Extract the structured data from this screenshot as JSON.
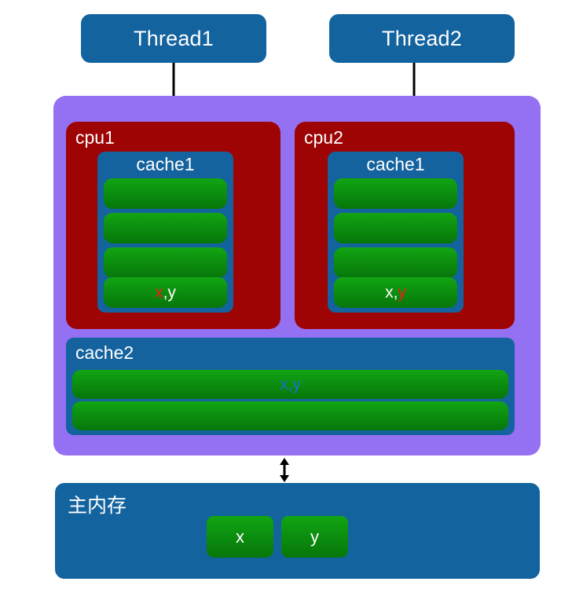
{
  "threads": [
    {
      "id": "thread1",
      "label": "Thread1"
    },
    {
      "id": "thread2",
      "label": "Thread2"
    }
  ],
  "cpus": [
    {
      "id": "cpu1",
      "label": "cpu1",
      "cache": {
        "title": "cache1",
        "lines": [
          {
            "tokens": []
          },
          {
            "tokens": []
          },
          {
            "tokens": []
          },
          {
            "tokens": [
              {
                "text": "x",
                "color": "#f21b1b"
              },
              {
                "text": ",",
                "color": "#ffffff"
              },
              {
                "text": "y",
                "color": "#ffffff"
              }
            ]
          }
        ]
      }
    },
    {
      "id": "cpu2",
      "label": "cpu2",
      "cache": {
        "title": "cache1",
        "lines": [
          {
            "tokens": []
          },
          {
            "tokens": []
          },
          {
            "tokens": []
          },
          {
            "tokens": [
              {
                "text": "x",
                "color": "#ffffff"
              },
              {
                "text": ",",
                "color": "#ffffff"
              },
              {
                "text": "y",
                "color": "#f21b1b"
              }
            ]
          }
        ]
      }
    }
  ],
  "cache2": {
    "label": "cache2",
    "lines": [
      {
        "text": "x,y",
        "color": "#1a6fd0"
      },
      {
        "text": "",
        "color": "#ffffff"
      }
    ]
  },
  "memory": {
    "label": "主内存",
    "cells": [
      {
        "label": "x"
      },
      {
        "label": "y"
      }
    ]
  },
  "arrows": {
    "thread1_to_cpu1": "arrow-down",
    "thread2_to_cpu2": "arrow-down",
    "cache_to_memory": "arrow-double-vertical"
  },
  "colors": {
    "thread_box": "#13639f",
    "cache_container": "#9470f2",
    "cpu_box": "#9e0404",
    "cache_box": "#14639e",
    "cache_line_top": "#12a513",
    "cache_line_bottom": "#07760a",
    "memory_box": "#13639f",
    "text_light": "#ffffff",
    "highlight_red": "#f21b1b",
    "highlight_blue": "#1a6fd0",
    "background": "#ffffff"
  }
}
